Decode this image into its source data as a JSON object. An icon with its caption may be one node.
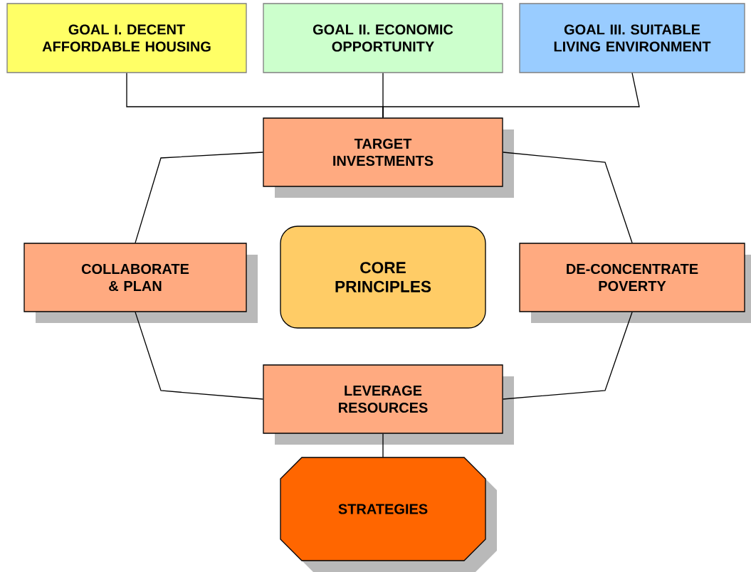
{
  "diagram": {
    "nodes": [
      {
        "text": [
          "GOAL I. DECENT AFFORDABLE HOUSING"
        ]
      },
      {
        "text": [
          "GOAL II. ECONOMIC OPPORTUNITY"
        ]
      },
      {
        "text": [
          "GOAL III. SUITABLE LIVING ENVIRONMENT"
        ]
      },
      {
        "text": [
          "TARGET INVESTMENTS"
        ]
      },
      {
        "text": [
          "COLLABORATE & PLAN"
        ]
      },
      {
        "text": [
          "CORE PRINCIPLES"
        ]
      },
      {
        "text": [
          "DE-CONCENTRATE POVERTY"
        ]
      },
      {
        "text": [
          "LEVERAGE RESOURCES"
        ]
      },
      {
        "text": [
          "STRATEGIES"
        ]
      }
    ],
    "edges": [
      {
        "from": 0,
        "to": 3,
        "arrow": "none"
      },
      {
        "from": 1,
        "to": 3,
        "arrow": "none"
      },
      {
        "from": 2,
        "to": 3,
        "arrow": "none"
      },
      {
        "from": 3,
        "to": 4,
        "arrow": "none"
      },
      {
        "from": 3,
        "to": 6,
        "arrow": "none"
      },
      {
        "from": 4,
        "to": 7,
        "arrow": "none"
      },
      {
        "from": 6,
        "to": 7,
        "arrow": "none"
      },
      {
        "from": 7,
        "to": 8,
        "arrow": "none"
      }
    ]
  }
}
